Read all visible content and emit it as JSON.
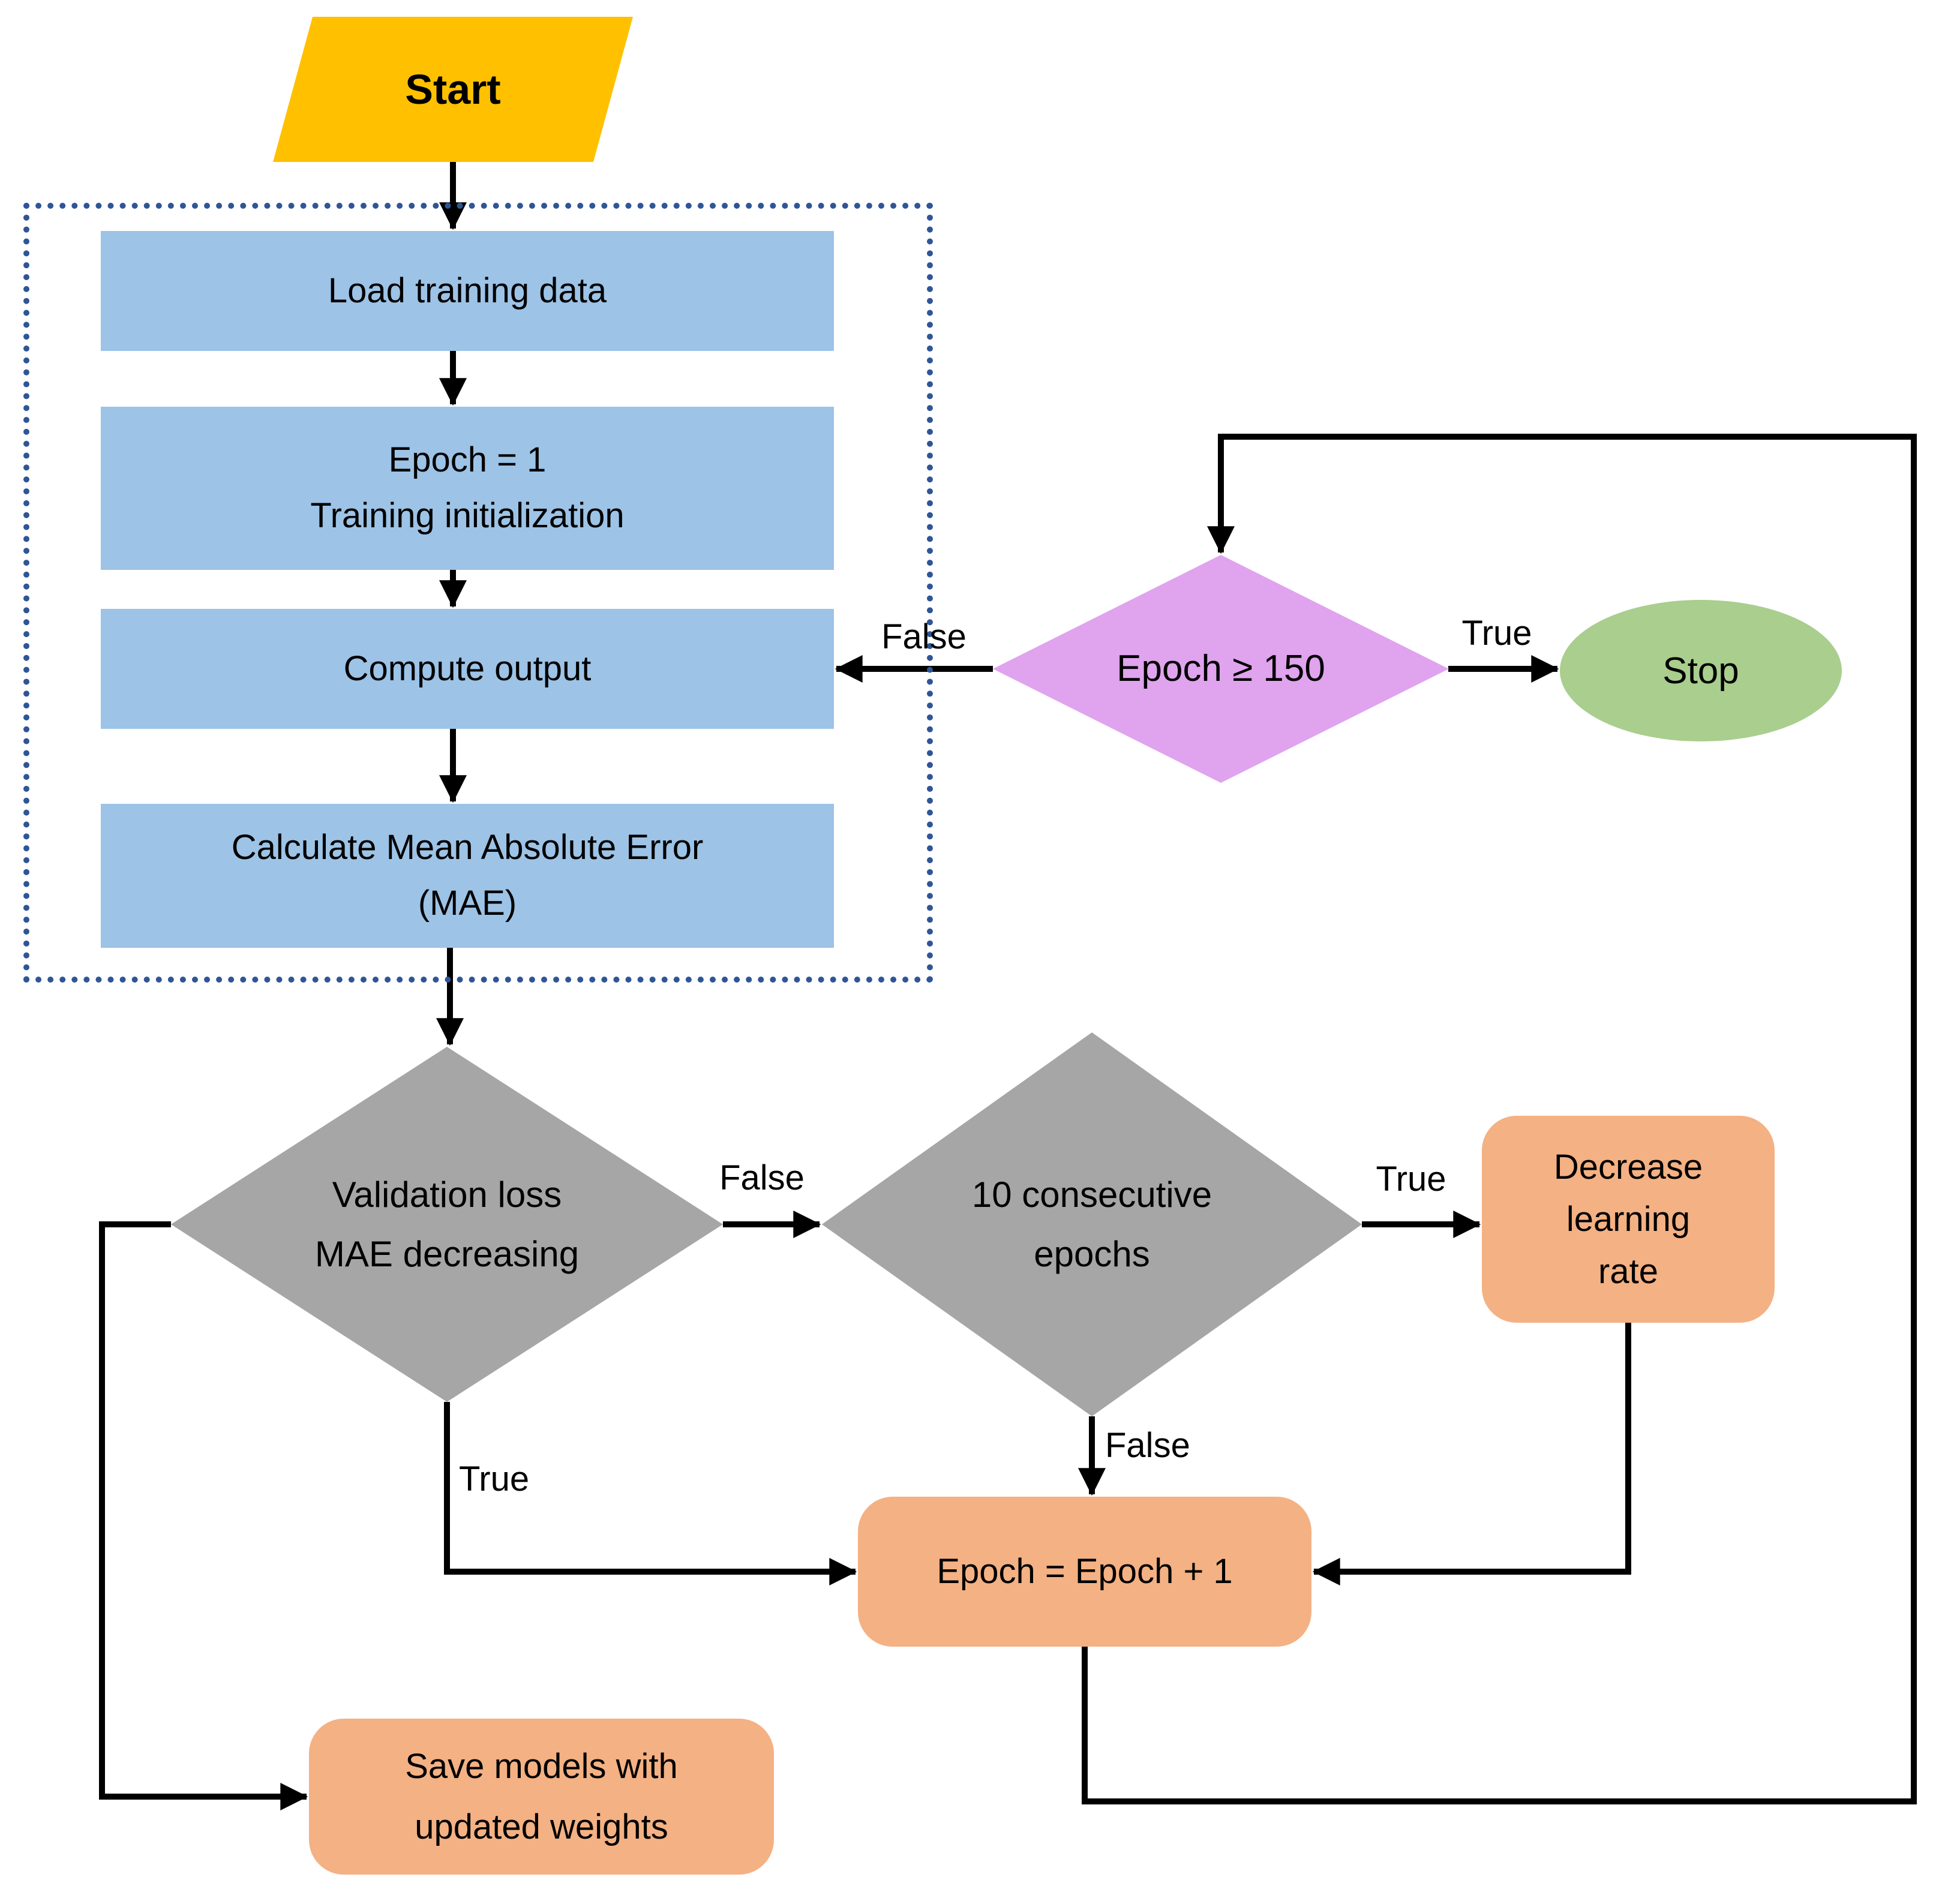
{
  "colors": {
    "yellow": "#FFC000",
    "blue": "#9DC3E6",
    "purple": "#E0A3EE",
    "green": "#A9CE8E",
    "gray": "#A6A6A6",
    "orange": "#F4B183",
    "dotblue": "#2F5597",
    "line": "#000000",
    "bg": "#FFFFFF",
    "text": "#000000"
  },
  "nodes": {
    "start": {
      "label": "Start",
      "shape": "parallelogram"
    },
    "load": {
      "label": "Load training data",
      "shape": "rectangle"
    },
    "init": {
      "line1": "Epoch = 1",
      "line2": "Training initialization",
      "shape": "rectangle"
    },
    "compute": {
      "label": "Compute output",
      "shape": "rectangle"
    },
    "mae": {
      "line1": "Calculate Mean Absolute Error",
      "line2": "(MAE)",
      "shape": "rectangle"
    },
    "epoch_check": {
      "label": "Epoch ≥ 150",
      "shape": "diamond"
    },
    "stop": {
      "label": "Stop",
      "shape": "ellipse"
    },
    "validation": {
      "line1": "Validation loss",
      "line2": "MAE decreasing",
      "shape": "diamond"
    },
    "ten_epochs": {
      "line1": "10 consecutive",
      "line2": "epochs",
      "shape": "diamond"
    },
    "decrease_lr": {
      "line1": "Decrease",
      "line2": "learning",
      "line3": "rate",
      "shape": "rounded-rectangle"
    },
    "epoch_increment": {
      "label": "Epoch = Epoch + 1",
      "shape": "rounded-rectangle"
    },
    "save_models": {
      "line1": "Save models with",
      "line2": "updated weights",
      "shape": "rounded-rectangle"
    }
  },
  "edge_labels": {
    "epoch_check_false": "False",
    "epoch_check_true": "True",
    "validation_false": "False",
    "validation_true": "True",
    "ten_epochs_true": "True",
    "ten_epochs_false": "False"
  }
}
